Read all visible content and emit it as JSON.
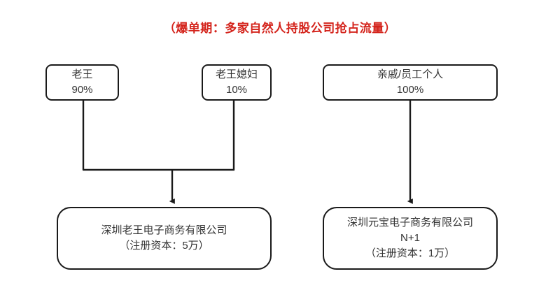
{
  "diagram": {
    "title": "（爆单期：多家自然人持股公司抢占流量）",
    "title_color": "#d4241c",
    "border_color": "#1a1a1a",
    "text_color": "#333333",
    "background": "#ffffff",
    "nodes": {
      "laowang": {
        "name_line": "老王",
        "share_line": "90%"
      },
      "laowang_wife": {
        "name_line": "老王媳妇",
        "share_line": "10%"
      },
      "relatives_staff": {
        "name_line": "亲戚/员工个人",
        "share_line": "100%"
      },
      "company_a": {
        "name_line": "深圳老王电子商务有限公司",
        "capital_line": "（注册资本：5万）"
      },
      "company_b": {
        "name_line": "深圳元宝电子商务有限公司",
        "count_line": "N+1",
        "capital_line": "（注册资本：1万）"
      }
    },
    "edges": [
      {
        "from": "laowang",
        "to": "company_a",
        "label": ""
      },
      {
        "from": "laowang_wife",
        "to": "company_a",
        "label": ""
      },
      {
        "from": "relatives_staff",
        "to": "company_b",
        "label": ""
      }
    ]
  }
}
